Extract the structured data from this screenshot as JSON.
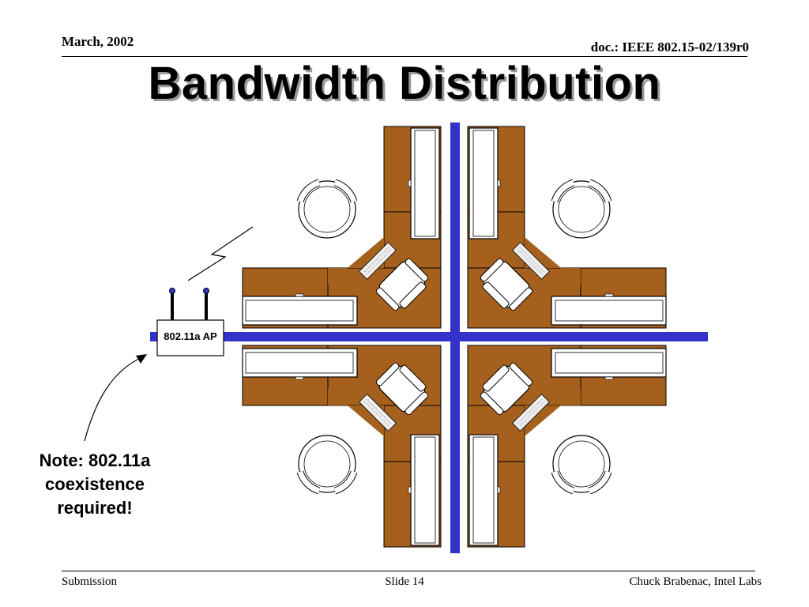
{
  "header": {
    "date": "March, 2002",
    "doc_id": "doc.: IEEE 802.15-02/139r0"
  },
  "slide": {
    "title": "Bandwidth Distribution",
    "note_lines": [
      "Note: 802.11a",
      "coexistence",
      "required!"
    ]
  },
  "diagram": {
    "access_point_label": "802.11a AP",
    "colors": {
      "network_cable": "#3333cc",
      "desk_wood": "#a5601e",
      "outline": "#000000"
    }
  },
  "footer": {
    "left": "Submission",
    "center": "Slide 14",
    "right": "Chuck Brabenac, Intel Labs"
  }
}
